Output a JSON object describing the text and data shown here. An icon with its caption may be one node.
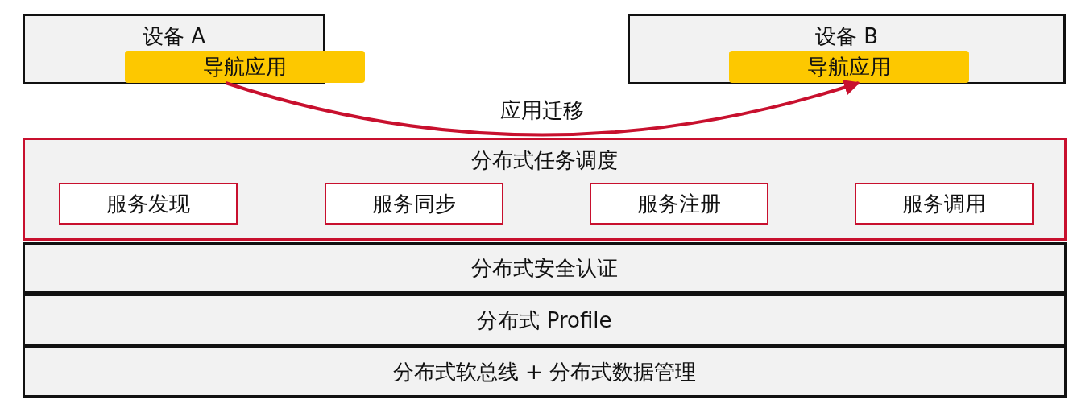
{
  "diagram": {
    "nodes": [
      {
        "text": [
          "设备 A"
        ]
      },
      {
        "text": [
          "导航应用"
        ],
        "in": 0
      },
      {
        "text": [
          "设备 B"
        ]
      },
      {
        "text": [
          "导航应用"
        ],
        "in": 2
      },
      {
        "text": [
          "分布式任务调度"
        ]
      },
      {
        "text": [
          "服务发现"
        ],
        "in": 4
      },
      {
        "text": [
          "服务同步"
        ],
        "in": 4
      },
      {
        "text": [
          "服务注册"
        ],
        "in": 4
      },
      {
        "text": [
          "服务调用"
        ],
        "in": 4
      },
      {
        "text": [
          "分布式安全认证"
        ]
      },
      {
        "text": [
          "分布式 Profile"
        ]
      },
      {
        "text": [
          "分布式软总线 + 分布式数据管理"
        ]
      }
    ],
    "edges": [
      {
        "from": 1,
        "to": 3,
        "arrow": "to",
        "label": "应用迁移"
      }
    ]
  }
}
